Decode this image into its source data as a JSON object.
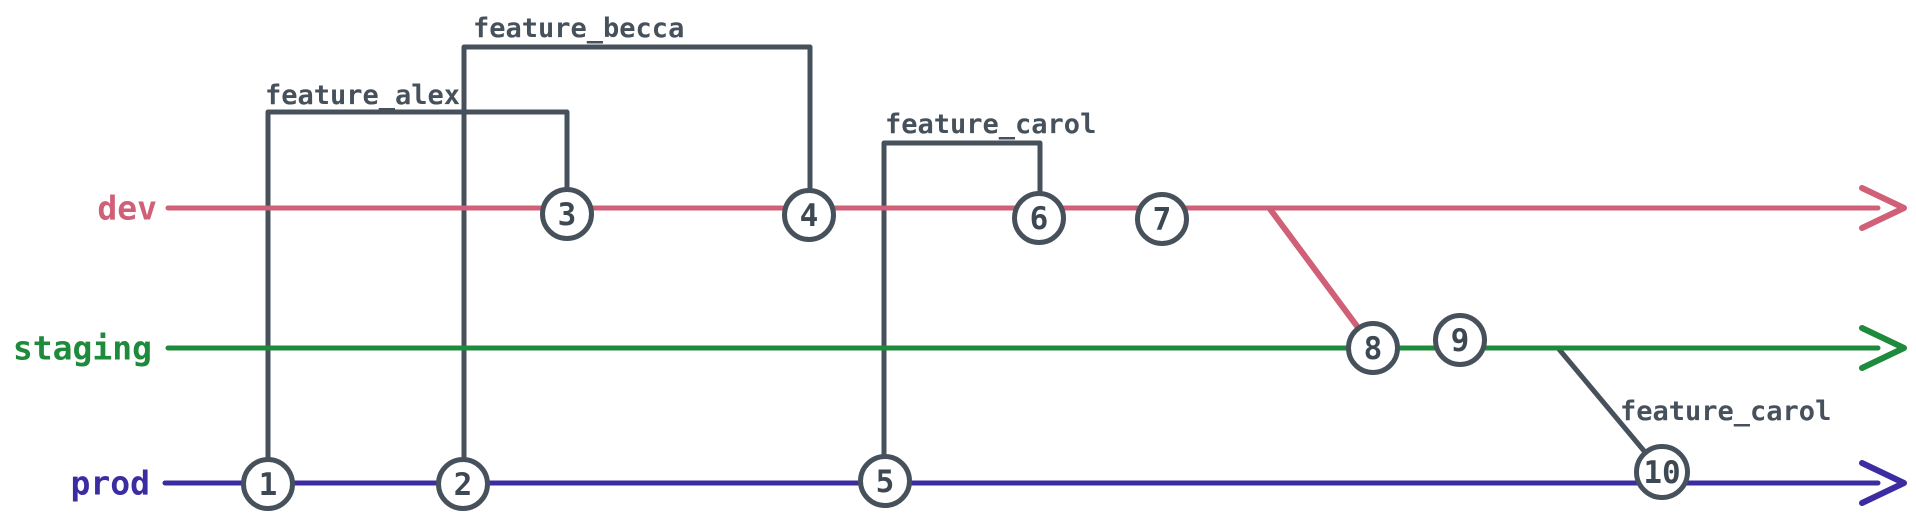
{
  "diagram_type": "git-branching-diagram",
  "branches": [
    {
      "label": "dev",
      "color": "#d06078"
    },
    {
      "label": "staging",
      "color": "#1e8a3c"
    },
    {
      "label": "prod",
      "color": "#3b2da1"
    }
  ],
  "features": [
    {
      "label": "feature_alex",
      "from_commit": "1",
      "to_commit": "3"
    },
    {
      "label": "feature_becca",
      "from_commit": "2",
      "to_commit": "4"
    },
    {
      "label": "feature_carol",
      "from_commit": "5",
      "to_commit": "6"
    },
    {
      "label": "feature_carol",
      "from_branch": "staging",
      "to_commit": "10"
    }
  ],
  "merges": [
    {
      "from_branch": "dev",
      "to_branch": "staging",
      "at_commit": "8"
    }
  ],
  "commits": [
    {
      "label": "1",
      "branch": "prod"
    },
    {
      "label": "2",
      "branch": "prod"
    },
    {
      "label": "3",
      "branch": "dev"
    },
    {
      "label": "4",
      "branch": "dev"
    },
    {
      "label": "5",
      "branch": "prod"
    },
    {
      "label": "6",
      "branch": "dev"
    },
    {
      "label": "7",
      "branch": "dev"
    },
    {
      "label": "8",
      "branch": "staging"
    },
    {
      "label": "9",
      "branch": "staging"
    },
    {
      "label": "10",
      "branch": "prod"
    }
  ],
  "colors": {
    "feature_line": "#46515c",
    "feature_label_text": "#46515c",
    "commit_fill": "#ffffff",
    "commit_stroke": "#46515c",
    "commit_number": "#3d4852",
    "background": "#ffffff"
  }
}
